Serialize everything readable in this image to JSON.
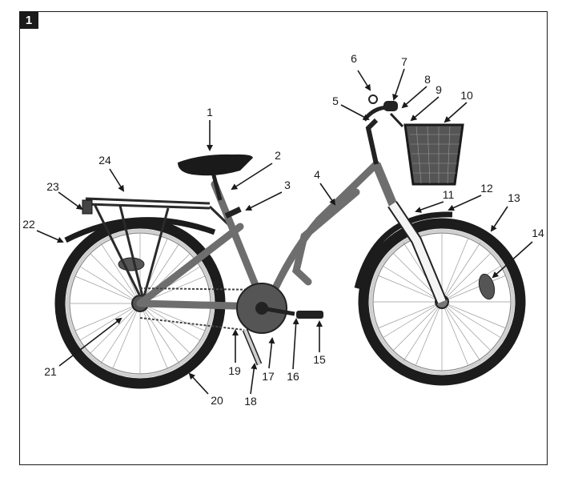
{
  "figure_number": "1",
  "callouts": [
    {
      "id": "1",
      "label": "1"
    },
    {
      "id": "2",
      "label": "2"
    },
    {
      "id": "3",
      "label": "3"
    },
    {
      "id": "4",
      "label": "4"
    },
    {
      "id": "5",
      "label": "5"
    },
    {
      "id": "6",
      "label": "6"
    },
    {
      "id": "7",
      "label": "7"
    },
    {
      "id": "8",
      "label": "8"
    },
    {
      "id": "9",
      "label": "9"
    },
    {
      "id": "10",
      "label": "10"
    },
    {
      "id": "11",
      "label": "11"
    },
    {
      "id": "12",
      "label": "12"
    },
    {
      "id": "13",
      "label": "13"
    },
    {
      "id": "14",
      "label": "14"
    },
    {
      "id": "15",
      "label": "15"
    },
    {
      "id": "16",
      "label": "16"
    },
    {
      "id": "17",
      "label": "17"
    },
    {
      "id": "18",
      "label": "18"
    },
    {
      "id": "19",
      "label": "19"
    },
    {
      "id": "20",
      "label": "20"
    },
    {
      "id": "21",
      "label": "21"
    },
    {
      "id": "22",
      "label": "22"
    },
    {
      "id": "23",
      "label": "23"
    },
    {
      "id": "24",
      "label": "24"
    }
  ]
}
